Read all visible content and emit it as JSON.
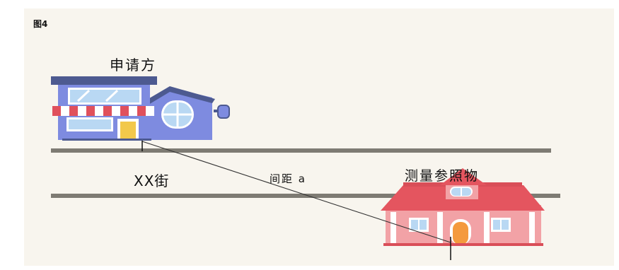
{
  "figure_label": "图4",
  "applicant_label": "申请方",
  "street_label": "XX街",
  "distance_label": "间距 a",
  "reference_label": "测量参照物",
  "colors": {
    "background": "#f8f5ee",
    "road": "#7e7b73",
    "applicant_house": "#7e8be0",
    "applicant_roof": "#4d5a90",
    "reference_house": "#ec6a74",
    "reference_roof": "#d94e58"
  }
}
